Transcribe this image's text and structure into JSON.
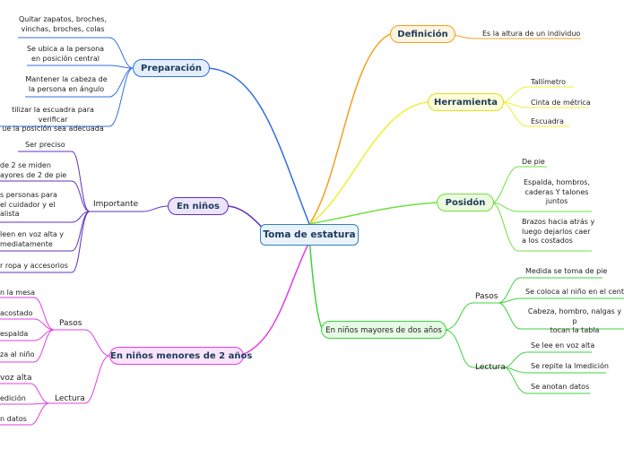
{
  "central": "Toma de estatura",
  "definicion": {
    "title": "Definición",
    "items": [
      "Es la altura de un individuo"
    ]
  },
  "herramienta": {
    "title": "Herramienta",
    "items": [
      "Tallímetro",
      "Cinta de métrica",
      "Escuadra"
    ]
  },
  "posicion": {
    "title": "Posidón",
    "items": [
      "De pie",
      "Espalda, hombros,\ncaderas Y talones\njuntos",
      "Brazos hacia atrás y\nluego dejarlos caer\na los costados"
    ]
  },
  "mayores": {
    "title": "En niños mayores de dos años",
    "pasos_label": "Pasos",
    "pasos": [
      "Medida se toma de pie",
      "Se coloca al niño en el centro",
      "Cabeza, hombro,  nalgas y p\ntocan la tabla"
    ],
    "lectura_label": "Lectura",
    "lectura": [
      "Se lee en voz alta",
      "Se repite la lmedición",
      "Se anotan datos"
    ]
  },
  "preparacion": {
    "title": "Preparación",
    "items": [
      "Quitar zapatos, broches,\nvinchas, broches, colas",
      "Se ubica a la persona\nen posición central",
      "Mantener la cabeza de\nla persona en ángulo",
      "tilizar la escuadra para verificar\nue la posición sea adecuada"
    ]
  },
  "en_ninos": {
    "title": "En niños",
    "sub_label": "Importante",
    "items": [
      "Ser preciso",
      "de 2 se miden\nayores de 2 de pie",
      "s personas para\nel cuidador y el\nalista",
      "leen en voz alta y\nmediatamente",
      "r ropa y accesorios"
    ]
  },
  "menores": {
    "title": "En niños menores de 2 años",
    "pasos_label": "Pasos",
    "pasos": [
      "n la mesa",
      "acostado",
      "espalda",
      "za al niño"
    ],
    "lectura_label": "Lectura",
    "lectura": [
      "voz alta",
      "edición",
      "n datos"
    ]
  },
  "colors": {
    "definicion": "#f0a020",
    "herramienta": "#f0f030",
    "posicion": "#70e040",
    "mayores": "#40d040",
    "preparacion": "#3070e0",
    "en_ninos": "#6030c0",
    "menores": "#e040e0",
    "central_border": "#3080c0"
  }
}
